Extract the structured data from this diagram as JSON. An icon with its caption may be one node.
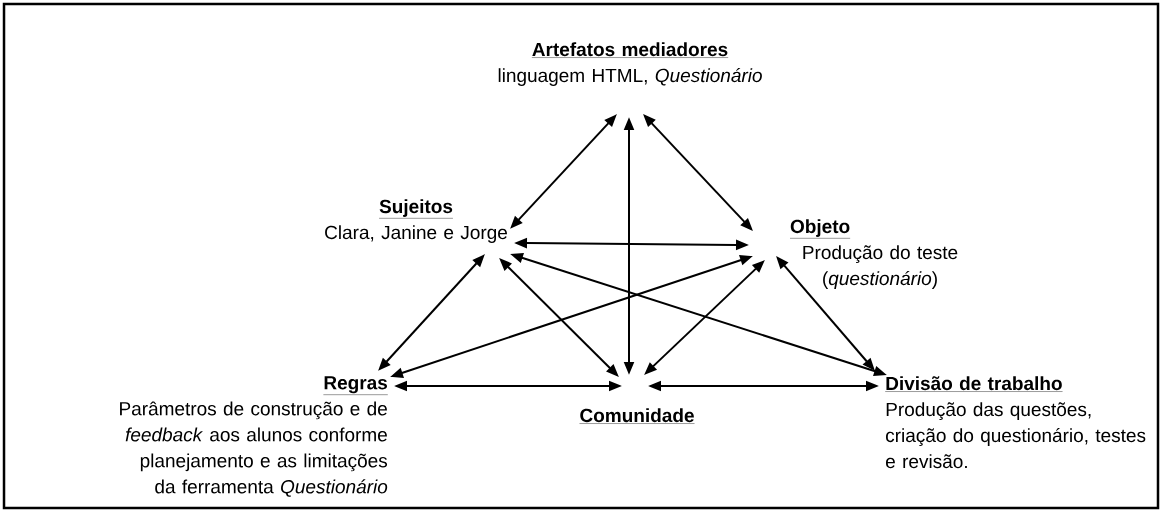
{
  "diagram": {
    "nodes": [
      {
        "text": [
          "Artefatos mediadores",
          "linguagem HTML, *Questionário*"
        ]
      },
      {
        "text": [
          "Sujeitos",
          "Clara, Janine e Jorge"
        ]
      },
      {
        "text": [
          "Objeto",
          "Produção do teste (*questionário*)"
        ]
      },
      {
        "text": [
          "Regras",
          "Parâmetros de construção e de *feedback* aos alunos conforme planejamento e as limitações da ferramenta *Questionário*"
        ]
      },
      {
        "text": [
          "Comunidade"
        ]
      },
      {
        "text": [
          "Divisão de trabalho",
          "Produção das questões, criação do questionário, testes e revisão."
        ]
      }
    ],
    "edges": [
      {
        "from": 0,
        "to": 1,
        "arrow": "both"
      },
      {
        "from": 0,
        "to": 2,
        "arrow": "both"
      },
      {
        "from": 0,
        "to": 4,
        "arrow": "both"
      },
      {
        "from": 1,
        "to": 2,
        "arrow": "both"
      },
      {
        "from": 1,
        "to": 3,
        "arrow": "both"
      },
      {
        "from": 1,
        "to": 4,
        "arrow": "both"
      },
      {
        "from": 1,
        "to": 5,
        "arrow": "both"
      },
      {
        "from": 2,
        "to": 3,
        "arrow": "both"
      },
      {
        "from": 2,
        "to": 4,
        "arrow": "both"
      },
      {
        "from": 2,
        "to": 5,
        "arrow": "both"
      },
      {
        "from": 3,
        "to": 4,
        "arrow": "both"
      },
      {
        "from": 4,
        "to": 5,
        "arrow": "both"
      }
    ]
  }
}
